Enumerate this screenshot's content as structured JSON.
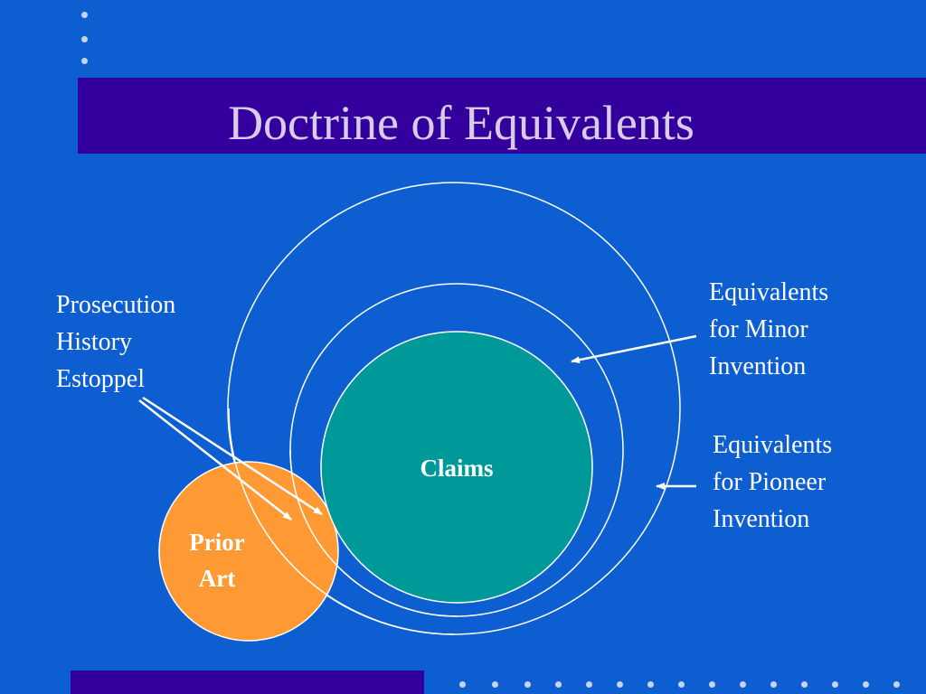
{
  "title": "Doctrine of Equivalents",
  "diagram": {
    "claims_label": "Claims",
    "prior_art_label": [
      "Prior",
      "Art"
    ],
    "prosecution_label": [
      "Prosecution",
      "History",
      "Estoppel"
    ],
    "minor_label": [
      "Equivalents",
      "for Minor",
      "Invention"
    ],
    "pioneer_label": [
      "Equivalents",
      "for Pioneer",
      "Invention"
    ]
  },
  "colors": {
    "background": "#0d5fd1",
    "title_bar": "#33009e",
    "title_text": "#d9cce8",
    "claims_fill": "#009999",
    "prior_art_fill": "#ff9933",
    "lines": "#ffffff"
  }
}
